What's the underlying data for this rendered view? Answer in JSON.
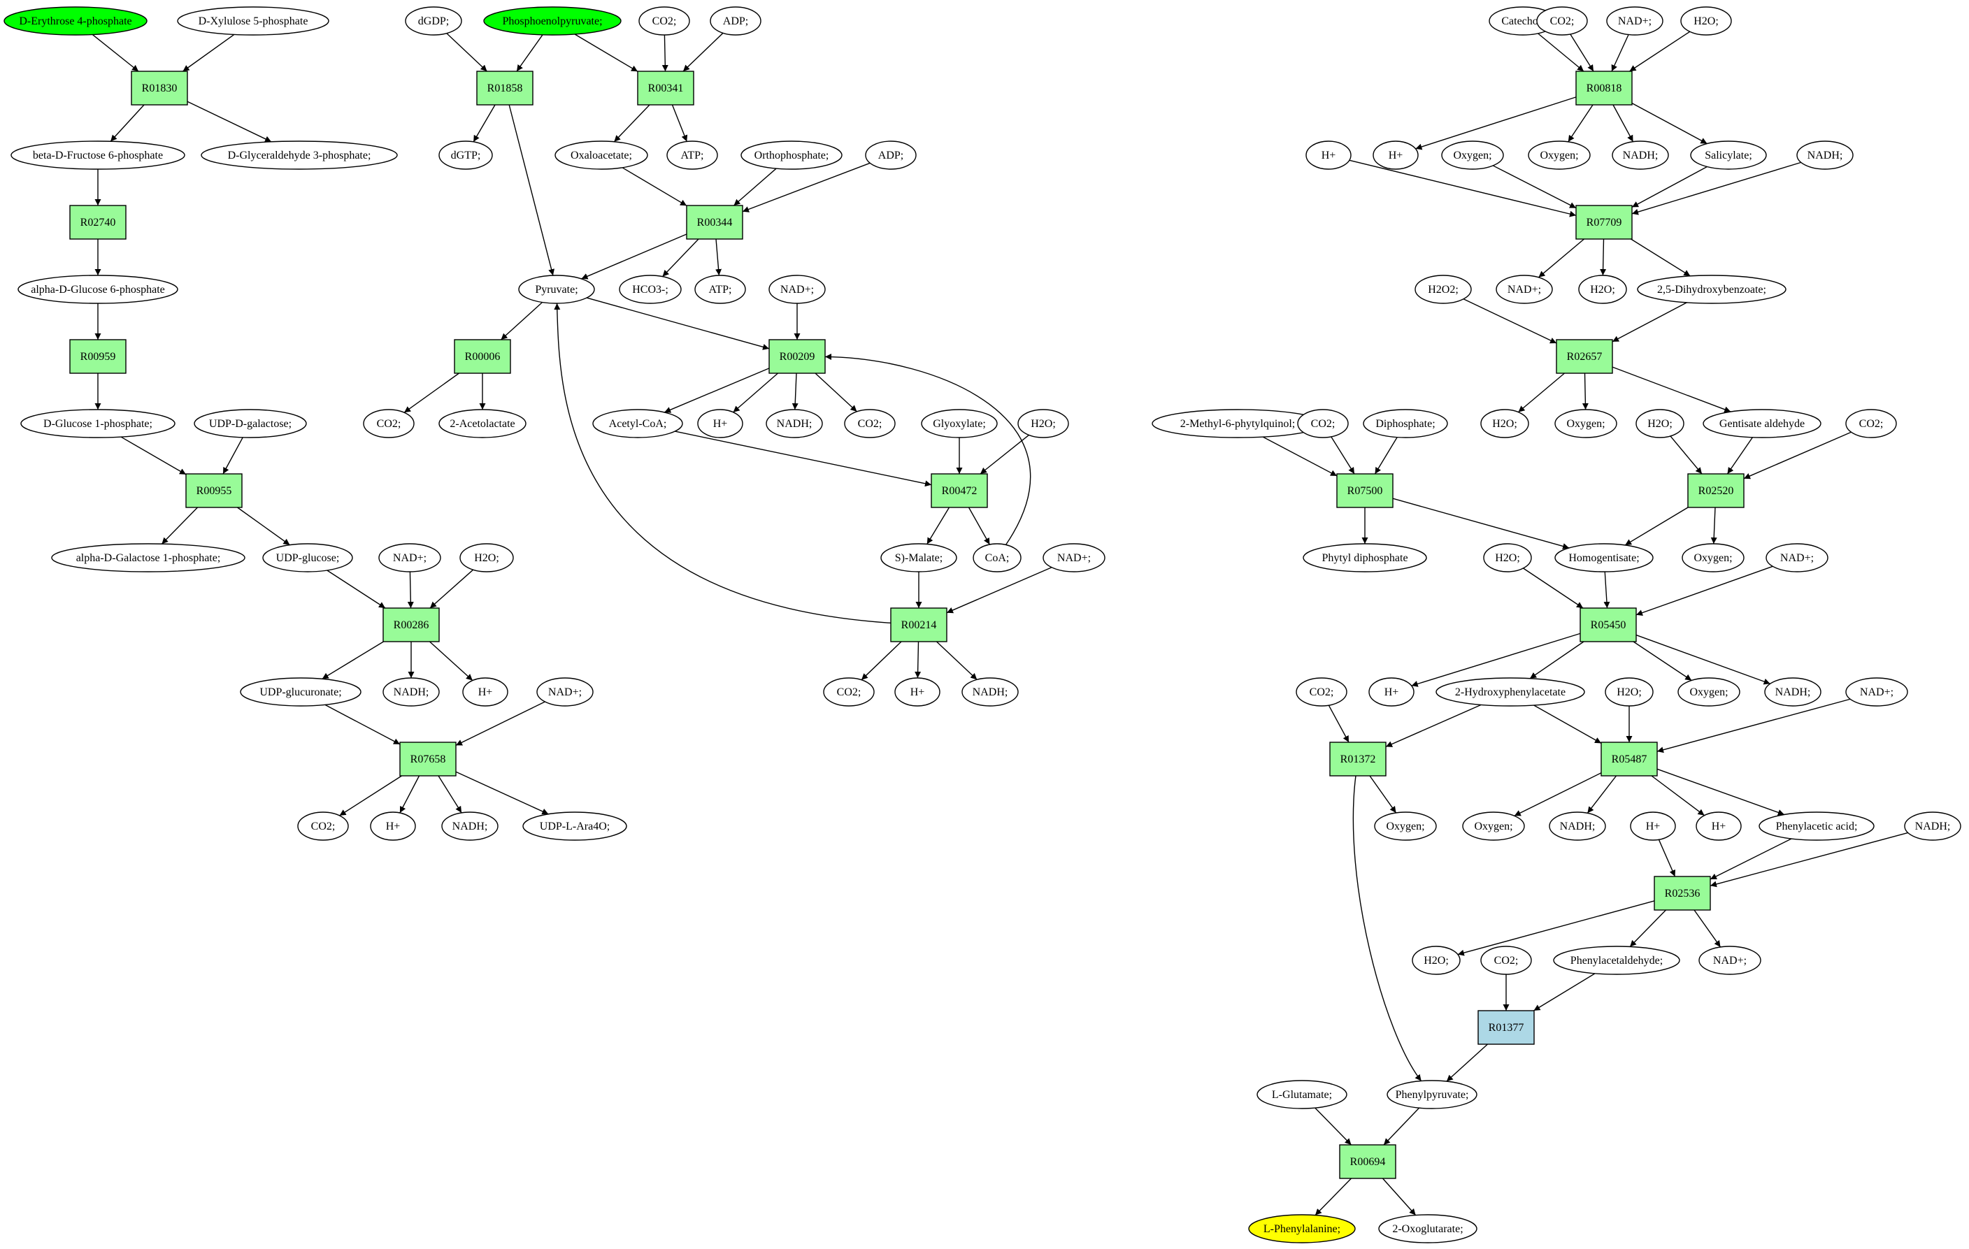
{
  "diagram": {
    "colors": {
      "reaction": "#98fb98",
      "reaction_alt": "#add8e6",
      "source": "#00ff00",
      "target": "#ffff00",
      "compound": "#ffffff",
      "stroke": "#000000"
    },
    "nodes": [
      {
        "id": "c1",
        "label": "D-Erythrose 4-phosphate",
        "kind": "source"
      },
      {
        "id": "c2",
        "label": "D-Xylulose 5-phosphate",
        "kind": "compound"
      },
      {
        "id": "r1",
        "label": "R01830",
        "kind": "reaction"
      },
      {
        "id": "c3",
        "label": "beta-D-Fructose 6-phosphate",
        "kind": "compound"
      },
      {
        "id": "c4",
        "label": "D-Glyceraldehyde 3-phosphate;",
        "kind": "compound"
      },
      {
        "id": "r2",
        "label": "R02740",
        "kind": "reaction"
      },
      {
        "id": "c5",
        "label": "alpha-D-Glucose 6-phosphate",
        "kind": "compound"
      },
      {
        "id": "r3",
        "label": "R00959",
        "kind": "reaction"
      },
      {
        "id": "c6",
        "label": "D-Glucose 1-phosphate;",
        "kind": "compound"
      },
      {
        "id": "c7",
        "label": "UDP-D-galactose;",
        "kind": "compound"
      },
      {
        "id": "r4",
        "label": "R00955",
        "kind": "reaction"
      },
      {
        "id": "c8",
        "label": "alpha-D-Galactose 1-phosphate;",
        "kind": "compound"
      },
      {
        "id": "c9",
        "label": "UDP-glucose;",
        "kind": "compound"
      },
      {
        "id": "c10",
        "label": "NAD+;",
        "kind": "compound"
      },
      {
        "id": "c11",
        "label": "H2O;",
        "kind": "compound"
      },
      {
        "id": "r5",
        "label": "R00286",
        "kind": "reaction"
      },
      {
        "id": "c12",
        "label": "UDP-glucuronate;",
        "kind": "compound"
      },
      {
        "id": "c13",
        "label": "NADH;",
        "kind": "compound"
      },
      {
        "id": "c14",
        "label": "H+",
        "kind": "compound"
      },
      {
        "id": "c15",
        "label": "NAD+;",
        "kind": "compound"
      },
      {
        "id": "r6",
        "label": "R07658",
        "kind": "reaction"
      },
      {
        "id": "c16",
        "label": "CO2;",
        "kind": "compound"
      },
      {
        "id": "c17",
        "label": "H+",
        "kind": "compound"
      },
      {
        "id": "c18",
        "label": "NADH;",
        "kind": "compound"
      },
      {
        "id": "c19",
        "label": "UDP-L-Ara4O;",
        "kind": "compound"
      },
      {
        "id": "c20",
        "label": "dGDP;",
        "kind": "compound"
      },
      {
        "id": "c21",
        "label": "Phosphoenolpyruvate;",
        "kind": "source"
      },
      {
        "id": "c22",
        "label": "CO2;",
        "kind": "compound"
      },
      {
        "id": "c23",
        "label": "ADP;",
        "kind": "compound"
      },
      {
        "id": "r7",
        "label": "R01858",
        "kind": "reaction"
      },
      {
        "id": "r8",
        "label": "R00341",
        "kind": "reaction"
      },
      {
        "id": "c24",
        "label": "dGTP;",
        "kind": "compound"
      },
      {
        "id": "c25",
        "label": "Oxaloacetate;",
        "kind": "compound"
      },
      {
        "id": "c26",
        "label": "ATP;",
        "kind": "compound"
      },
      {
        "id": "c27",
        "label": "Orthophosphate;",
        "kind": "compound"
      },
      {
        "id": "c28",
        "label": "ADP;",
        "kind": "compound"
      },
      {
        "id": "r9",
        "label": "R00344",
        "kind": "reaction"
      },
      {
        "id": "c29",
        "label": "Pyruvate;",
        "kind": "compound"
      },
      {
        "id": "c30",
        "label": "HCO3-;",
        "kind": "compound"
      },
      {
        "id": "c31",
        "label": "ATP;",
        "kind": "compound"
      },
      {
        "id": "c32",
        "label": "NAD+;",
        "kind": "compound"
      },
      {
        "id": "r10",
        "label": "R00006",
        "kind": "reaction"
      },
      {
        "id": "r11",
        "label": "R00209",
        "kind": "reaction"
      },
      {
        "id": "c33",
        "label": "CO2;",
        "kind": "compound"
      },
      {
        "id": "c34",
        "label": "2-Acetolactate",
        "kind": "compound"
      },
      {
        "id": "c35",
        "label": "Acetyl-CoA;",
        "kind": "compound"
      },
      {
        "id": "c36",
        "label": "H+",
        "kind": "compound"
      },
      {
        "id": "c37",
        "label": "NADH;",
        "kind": "compound"
      },
      {
        "id": "c38",
        "label": "CO2;",
        "kind": "compound"
      },
      {
        "id": "c39",
        "label": "Glyoxylate;",
        "kind": "compound"
      },
      {
        "id": "c40",
        "label": "H2O;",
        "kind": "compound"
      },
      {
        "id": "r12",
        "label": "R00472",
        "kind": "reaction"
      },
      {
        "id": "c41",
        "label": "S)-Malate;",
        "kind": "compound"
      },
      {
        "id": "c42",
        "label": "CoA;",
        "kind": "compound"
      },
      {
        "id": "c43",
        "label": "NAD+;",
        "kind": "compound"
      },
      {
        "id": "r13",
        "label": "R00214",
        "kind": "reaction"
      },
      {
        "id": "c44",
        "label": "CO2;",
        "kind": "compound"
      },
      {
        "id": "c45",
        "label": "H+",
        "kind": "compound"
      },
      {
        "id": "c46",
        "label": "NADH;",
        "kind": "compound"
      },
      {
        "id": "c47",
        "label": "Catechol;",
        "kind": "compound"
      },
      {
        "id": "c48",
        "label": "CO2;",
        "kind": "compound"
      },
      {
        "id": "c49",
        "label": "NAD+;",
        "kind": "compound"
      },
      {
        "id": "c50",
        "label": "H2O;",
        "kind": "compound"
      },
      {
        "id": "r14",
        "label": "R00818",
        "kind": "reaction"
      },
      {
        "id": "c51",
        "label": "H+",
        "kind": "compound"
      },
      {
        "id": "c52",
        "label": "H+",
        "kind": "compound"
      },
      {
        "id": "c53",
        "label": "Oxygen;",
        "kind": "compound"
      },
      {
        "id": "c54",
        "label": "Oxygen;",
        "kind": "compound"
      },
      {
        "id": "c55",
        "label": "NADH;",
        "kind": "compound"
      },
      {
        "id": "c56",
        "label": "Salicylate;",
        "kind": "compound"
      },
      {
        "id": "c57",
        "label": "NADH;",
        "kind": "compound"
      },
      {
        "id": "r15",
        "label": "R07709",
        "kind": "reaction"
      },
      {
        "id": "c58",
        "label": "H2O2;",
        "kind": "compound"
      },
      {
        "id": "c59",
        "label": "NAD+;",
        "kind": "compound"
      },
      {
        "id": "c60",
        "label": "H2O;",
        "kind": "compound"
      },
      {
        "id": "c61",
        "label": "2,5-Dihydroxybenzoate;",
        "kind": "compound"
      },
      {
        "id": "r16",
        "label": "R02657",
        "kind": "reaction"
      },
      {
        "id": "c62",
        "label": "H2O;",
        "kind": "compound"
      },
      {
        "id": "c63",
        "label": "Oxygen;",
        "kind": "compound"
      },
      {
        "id": "c64",
        "label": "H2O;",
        "kind": "compound"
      },
      {
        "id": "c65",
        "label": "Gentisate aldehyde",
        "kind": "compound"
      },
      {
        "id": "c66",
        "label": "CO2;",
        "kind": "compound"
      },
      {
        "id": "c67",
        "label": "2-Methyl-6-phytylquinol;",
        "kind": "compound"
      },
      {
        "id": "c68",
        "label": "CO2;",
        "kind": "compound"
      },
      {
        "id": "c69",
        "label": "Diphosphate;",
        "kind": "compound"
      },
      {
        "id": "r17",
        "label": "R07500",
        "kind": "reaction"
      },
      {
        "id": "r18",
        "label": "R02520",
        "kind": "reaction"
      },
      {
        "id": "c70",
        "label": "Phytyl diphosphate",
        "kind": "compound"
      },
      {
        "id": "c71",
        "label": "H2O;",
        "kind": "compound"
      },
      {
        "id": "c72",
        "label": "Homogentisate;",
        "kind": "compound"
      },
      {
        "id": "c73",
        "label": "Oxygen;",
        "kind": "compound"
      },
      {
        "id": "c74",
        "label": "NAD+;",
        "kind": "compound"
      },
      {
        "id": "r19",
        "label": "R05450",
        "kind": "reaction"
      },
      {
        "id": "c75",
        "label": "CO2;",
        "kind": "compound"
      },
      {
        "id": "c76",
        "label": "H+",
        "kind": "compound"
      },
      {
        "id": "c77",
        "label": "2-Hydroxyphenylacetate",
        "kind": "compound"
      },
      {
        "id": "c78",
        "label": "H2O;",
        "kind": "compound"
      },
      {
        "id": "c79",
        "label": "Oxygen;",
        "kind": "compound"
      },
      {
        "id": "c80",
        "label": "NADH;",
        "kind": "compound"
      },
      {
        "id": "c81",
        "label": "NAD+;",
        "kind": "compound"
      },
      {
        "id": "r20",
        "label": "R01372",
        "kind": "reaction"
      },
      {
        "id": "r21",
        "label": "R05487",
        "kind": "reaction"
      },
      {
        "id": "c82",
        "label": "Oxygen;",
        "kind": "compound"
      },
      {
        "id": "c83",
        "label": "Oxygen;",
        "kind": "compound"
      },
      {
        "id": "c84",
        "label": "NADH;",
        "kind": "compound"
      },
      {
        "id": "c85",
        "label": "H+",
        "kind": "compound"
      },
      {
        "id": "c86",
        "label": "H+",
        "kind": "compound"
      },
      {
        "id": "c87",
        "label": "Phenylacetic acid;",
        "kind": "compound"
      },
      {
        "id": "c88",
        "label": "NADH;",
        "kind": "compound"
      },
      {
        "id": "r22",
        "label": "R02536",
        "kind": "reaction"
      },
      {
        "id": "c89",
        "label": "H2O;",
        "kind": "compound"
      },
      {
        "id": "c90",
        "label": "CO2;",
        "kind": "compound"
      },
      {
        "id": "c91",
        "label": "Phenylacetaldehyde;",
        "kind": "compound"
      },
      {
        "id": "c92",
        "label": "NAD+;",
        "kind": "compound"
      },
      {
        "id": "r23",
        "label": "R01377",
        "kind": "reaction_alt"
      },
      {
        "id": "c93",
        "label": "L-Glutamate;",
        "kind": "compound"
      },
      {
        "id": "c94",
        "label": "Phenylpyruvate;",
        "kind": "compound"
      },
      {
        "id": "r24",
        "label": "R00694",
        "kind": "reaction"
      },
      {
        "id": "c95",
        "label": "L-Phenylalanine;",
        "kind": "target"
      },
      {
        "id": "c96",
        "label": "2-Oxoglutarate;",
        "kind": "compound"
      }
    ],
    "edges": [
      [
        "c1",
        "r1"
      ],
      [
        "c2",
        "r1"
      ],
      [
        "r1",
        "c3"
      ],
      [
        "r1",
        "c4"
      ],
      [
        "c3",
        "r2"
      ],
      [
        "r2",
        "c5"
      ],
      [
        "c5",
        "r3"
      ],
      [
        "r3",
        "c6"
      ],
      [
        "c6",
        "r4"
      ],
      [
        "c7",
        "r4"
      ],
      [
        "r4",
        "c8"
      ],
      [
        "r4",
        "c9"
      ],
      [
        "c9",
        "r5"
      ],
      [
        "c10",
        "r5"
      ],
      [
        "c11",
        "r5"
      ],
      [
        "r5",
        "c12"
      ],
      [
        "r5",
        "c13"
      ],
      [
        "r5",
        "c14"
      ],
      [
        "c12",
        "r6"
      ],
      [
        "c15",
        "r6"
      ],
      [
        "r6",
        "c16"
      ],
      [
        "r6",
        "c17"
      ],
      [
        "r6",
        "c18"
      ],
      [
        "r6",
        "c19"
      ],
      [
        "c20",
        "r7"
      ],
      [
        "c21",
        "r7"
      ],
      [
        "c21",
        "r8"
      ],
      [
        "c22",
        "r8"
      ],
      [
        "c23",
        "r8"
      ],
      [
        "r7",
        "c24"
      ],
      [
        "r7",
        "c29"
      ],
      [
        "r8",
        "c25"
      ],
      [
        "r8",
        "c26"
      ],
      [
        "c25",
        "r9"
      ],
      [
        "c27",
        "r9"
      ],
      [
        "c28",
        "r9"
      ],
      [
        "r9",
        "c29"
      ],
      [
        "r9",
        "c30"
      ],
      [
        "r9",
        "c31"
      ],
      [
        "c29",
        "r10"
      ],
      [
        "c29",
        "r11"
      ],
      [
        "c32",
        "r11"
      ],
      [
        "r10",
        "c33"
      ],
      [
        "r10",
        "c34"
      ],
      [
        "r11",
        "c35"
      ],
      [
        "r11",
        "c36"
      ],
      [
        "r11",
        "c37"
      ],
      [
        "r11",
        "c38"
      ],
      [
        "c35",
        "r12"
      ],
      [
        "c39",
        "r12"
      ],
      [
        "c40",
        "r12"
      ],
      [
        "r12",
        "c41"
      ],
      [
        "r12",
        "c42"
      ],
      [
        "c42",
        "r11"
      ],
      [
        "c41",
        "r13"
      ],
      [
        "c43",
        "r13"
      ],
      [
        "r13",
        "c29"
      ],
      [
        "r13",
        "c44"
      ],
      [
        "r13",
        "c45"
      ],
      [
        "r13",
        "c46"
      ],
      [
        "c47",
        "r14"
      ],
      [
        "c48",
        "r14"
      ],
      [
        "c49",
        "r14"
      ],
      [
        "c50",
        "r14"
      ],
      [
        "r14",
        "c52"
      ],
      [
        "r14",
        "c54"
      ],
      [
        "r14",
        "c55"
      ],
      [
        "r14",
        "c56"
      ],
      [
        "c51",
        "r15"
      ],
      [
        "c53",
        "r15"
      ],
      [
        "c56",
        "r15"
      ],
      [
        "c57",
        "r15"
      ],
      [
        "r15",
        "c59"
      ],
      [
        "r15",
        "c60"
      ],
      [
        "r15",
        "c61"
      ],
      [
        "c58",
        "r16"
      ],
      [
        "c61",
        "r16"
      ],
      [
        "r16",
        "c62"
      ],
      [
        "r16",
        "c63"
      ],
      [
        "r16",
        "c65"
      ],
      [
        "c64",
        "r18"
      ],
      [
        "c65",
        "r18"
      ],
      [
        "c66",
        "r18"
      ],
      [
        "r18",
        "c72"
      ],
      [
        "r18",
        "c73"
      ],
      [
        "c67",
        "r17"
      ],
      [
        "c68",
        "r17"
      ],
      [
        "c69",
        "r17"
      ],
      [
        "r17",
        "c70"
      ],
      [
        "r17",
        "c72"
      ],
      [
        "c71",
        "r19"
      ],
      [
        "c72",
        "r19"
      ],
      [
        "c74",
        "r19"
      ],
      [
        "r19",
        "c76"
      ],
      [
        "r19",
        "c77"
      ],
      [
        "r19",
        "c79"
      ],
      [
        "r19",
        "c80"
      ],
      [
        "c75",
        "r20"
      ],
      [
        "c77",
        "r20"
      ],
      [
        "r20",
        "c82"
      ],
      [
        "r20",
        "c94"
      ],
      [
        "c77",
        "r21"
      ],
      [
        "c78",
        "r21"
      ],
      [
        "c81",
        "r21"
      ],
      [
        "r21",
        "c83"
      ],
      [
        "r21",
        "c84"
      ],
      [
        "r21",
        "c86"
      ],
      [
        "r21",
        "c87"
      ],
      [
        "c85",
        "r22"
      ],
      [
        "c87",
        "r22"
      ],
      [
        "c88",
        "r22"
      ],
      [
        "r22",
        "c89"
      ],
      [
        "r22",
        "c91"
      ],
      [
        "r22",
        "c92"
      ],
      [
        "c90",
        "r23"
      ],
      [
        "c91",
        "r23"
      ],
      [
        "r23",
        "c94"
      ],
      [
        "c93",
        "r24"
      ],
      [
        "c94",
        "r24"
      ],
      [
        "r24",
        "c95"
      ],
      [
        "r24",
        "c96"
      ]
    ]
  }
}
